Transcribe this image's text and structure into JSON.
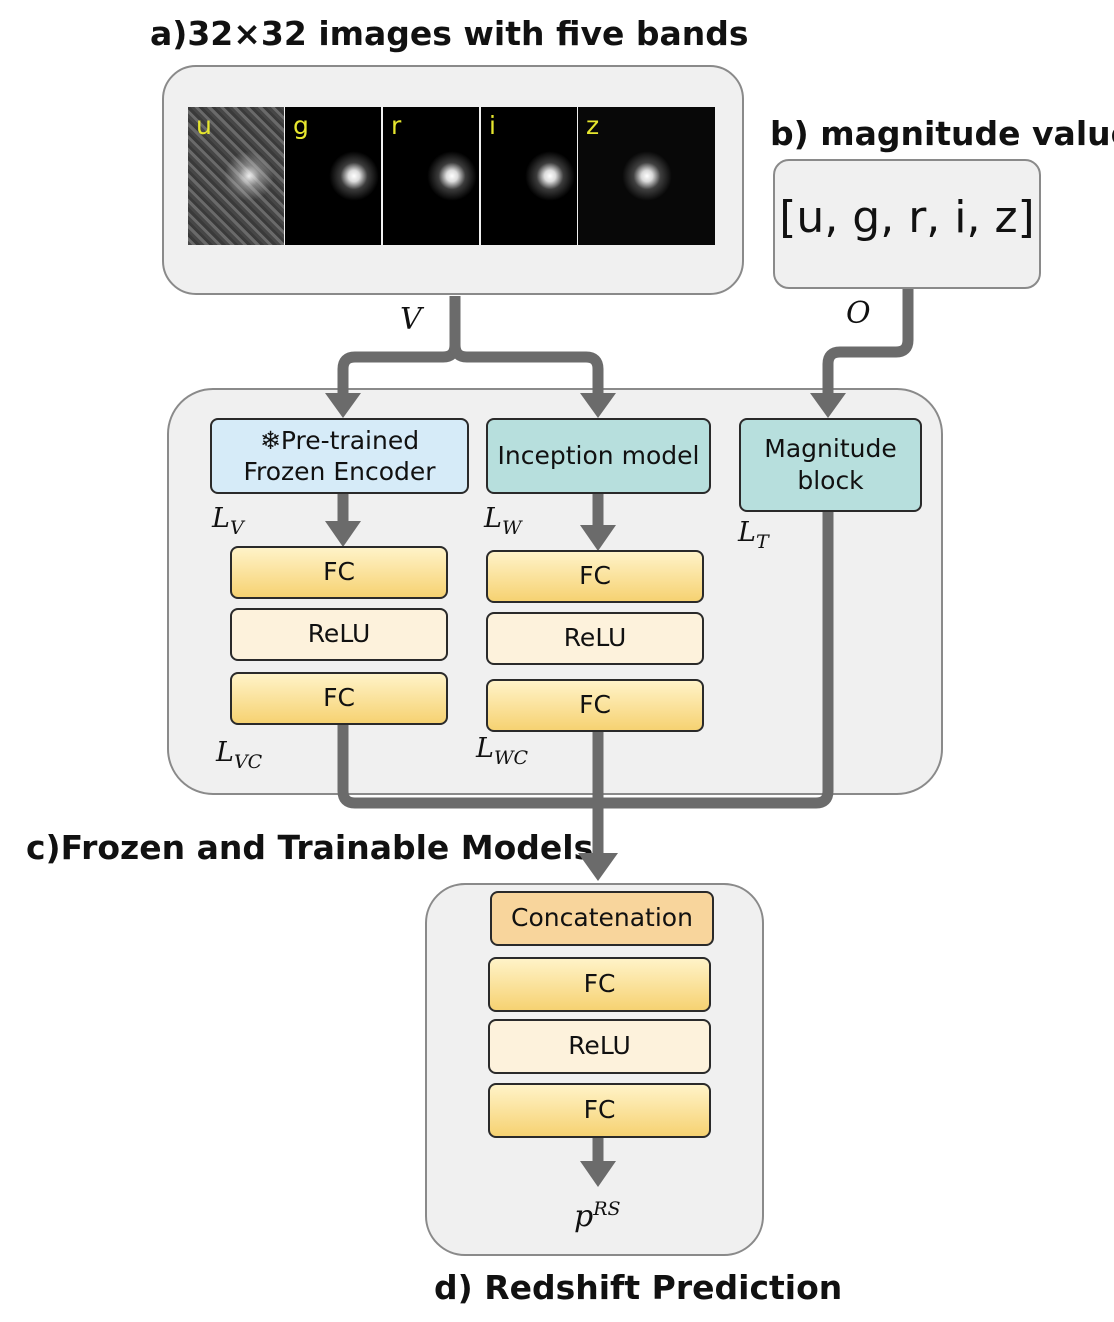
{
  "headings": {
    "a": "a)32×32 images with five bands",
    "b": "b) magnitude value",
    "c": "c)Frozen and Trainable Models",
    "d": "d) Redshift Prediction"
  },
  "bands": [
    {
      "label": "u"
    },
    {
      "label": "g"
    },
    {
      "label": "r"
    },
    {
      "label": "i"
    },
    {
      "label": "z"
    }
  ],
  "magnitude_vector": "[u, g, r, i, z]",
  "symbols": {
    "V": "V",
    "O": "O",
    "LV": {
      "base": "L",
      "sub": "V"
    },
    "LW": {
      "base": "L",
      "sub": "W"
    },
    "LT": {
      "base": "L",
      "sub": "T"
    },
    "LVC": {
      "base": "L",
      "sub": "VC"
    },
    "LWC": {
      "base": "L",
      "sub": "WC"
    },
    "pRS": {
      "base": "p",
      "sup": "RS"
    }
  },
  "blocks": {
    "encoder_icon": "❄",
    "encoder_line1": "Pre-trained",
    "encoder_line2": "Frozen Encoder",
    "inception": "Inception model",
    "magnitude_line1": "Magnitude",
    "magnitude_line2": "block",
    "fc": "FC",
    "relu": "ReLU",
    "concatenation": "Concatenation"
  },
  "colors": {
    "arrow": "#6b6b6b",
    "panel_bg": "#f0f0f0",
    "fc": "#f6d272",
    "relu": "#fdf2dc",
    "teal": "#b7dfdd",
    "encoder": "#d6ebf8",
    "concat": "#f8d59c",
    "band_label": "#e6e62e"
  }
}
